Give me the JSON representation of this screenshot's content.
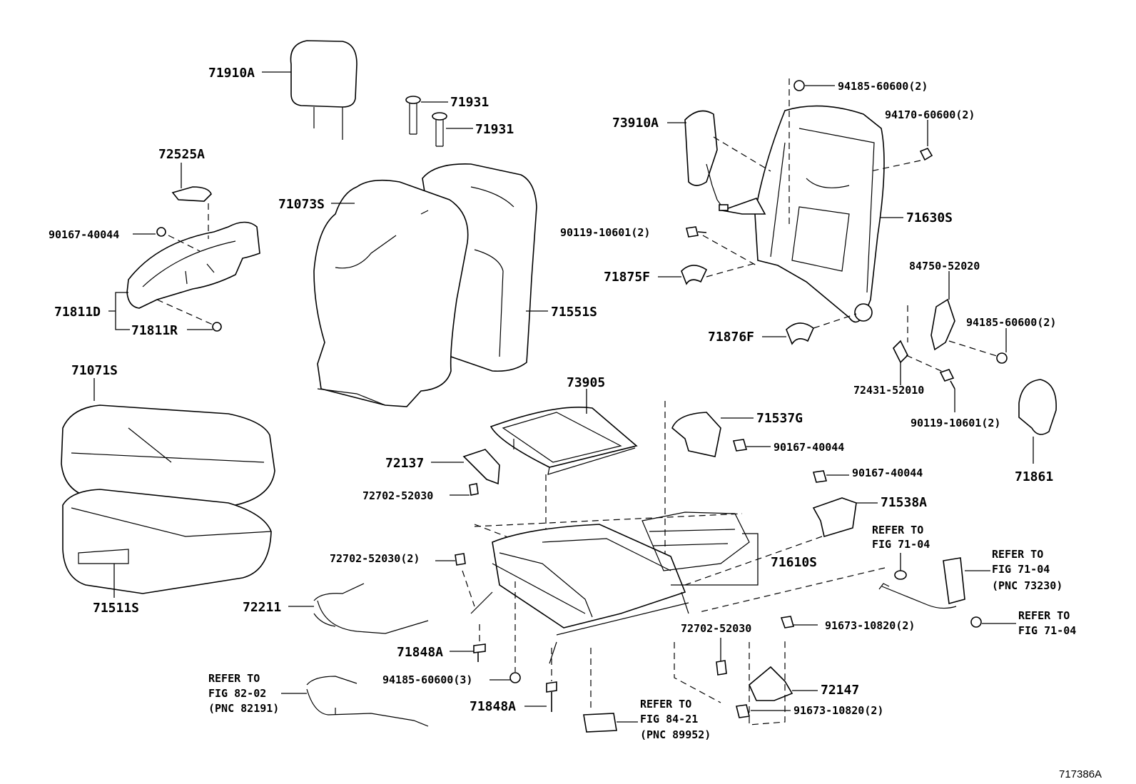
{
  "figure_id": "717386A",
  "parts": {
    "p71910A": "71910A",
    "p71931a": "71931",
    "p71931b": "71931",
    "p72525A": "72525A",
    "p90167_40044_left": "90167-40044",
    "p71811D": "71811D",
    "p71811R": "71811R",
    "p71073S": "71073S",
    "p71551S": "71551S",
    "p71071S": "71071S",
    "p71511S": "71511S",
    "p73910A": "73910A",
    "p94185_60600_top": "94185-60600(2)",
    "p94170_60600": "94170-60600(2)",
    "p90119_10601_left": "90119-10601(2)",
    "p71630S": "71630S",
    "p71875F": "71875F",
    "p71876F": "71876F",
    "p84750_52020": "84750-52020",
    "p94185_60600_right": "94185-60600(2)",
    "p72431_52010": "72431-52010",
    "p90119_10601_right": "90119-10601(2)",
    "p71861": "71861",
    "p73905": "73905",
    "p71537G": "71537G",
    "p90167_40044_mid": "90167-40044",
    "p72137": "72137",
    "p72702_52030_a": "72702-52030",
    "p90167_40044_right": "90167-40044",
    "p71538A": "71538A",
    "p72702_52030_b": "72702-52030(2)",
    "p71610S": "71610S",
    "p72211": "72211",
    "p71848A_a": "71848A",
    "p94185_60600_bottom": "94185-60600(3)",
    "p71848A_b": "71848A",
    "p72702_52030_c": "72702-52030",
    "p91673_10820_a": "91673-10820(2)",
    "p72147": "72147",
    "p91673_10820_b": "91673-10820(2)"
  },
  "references": {
    "ref_82": {
      "line1": "REFER TO",
      "line2": "FIG 82-02",
      "line3": "(PNC 82191)"
    },
    "ref_84": {
      "line1": "REFER TO",
      "line2": "FIG 84-21",
      "line3": "(PNC 89952)"
    },
    "ref_71_a": {
      "line1": "REFER TO",
      "line2": "FIG 71-04"
    },
    "ref_71_b": {
      "line1": "REFER TO",
      "line2": "FIG 71-04",
      "line3": "(PNC 73230)"
    },
    "ref_71_c": {
      "line1": "REFER TO",
      "line2": "FIG 71-04"
    }
  }
}
